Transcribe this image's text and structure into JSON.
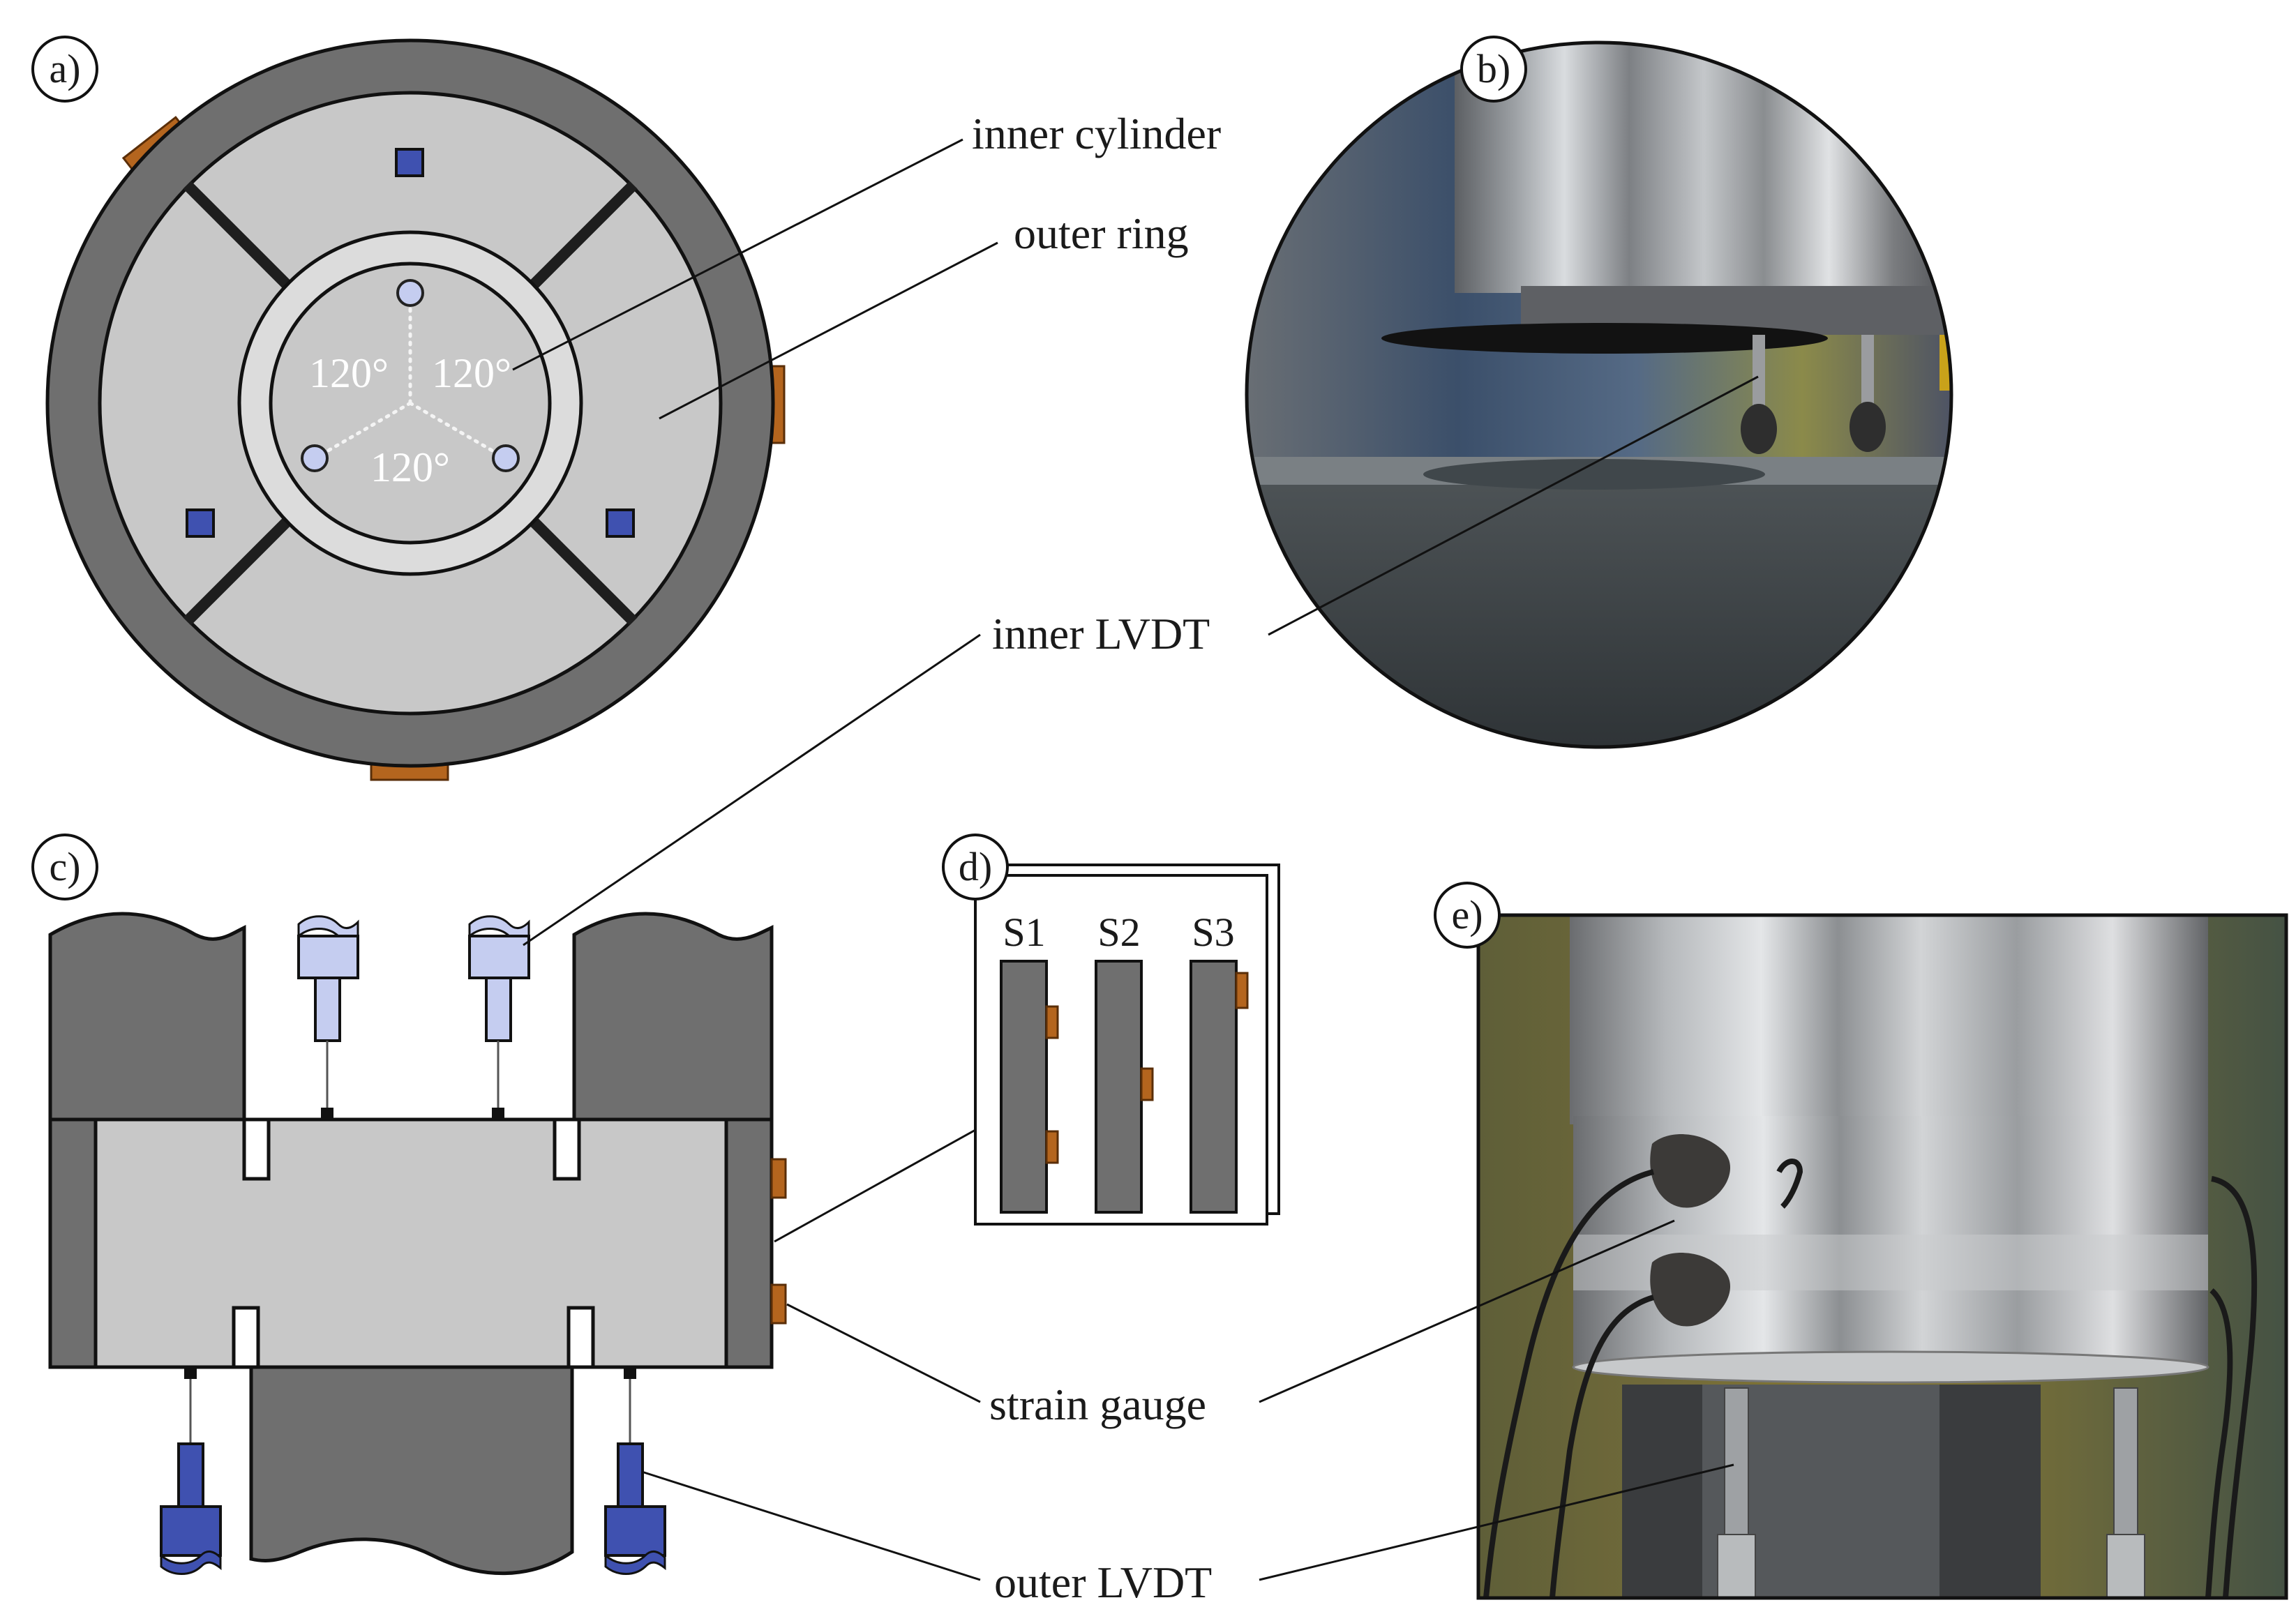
{
  "panels": {
    "a": "a)",
    "b": "b)",
    "c": "c)",
    "d": "d)",
    "e": "e)"
  },
  "labels": {
    "inner_cylinder": "inner cylinder",
    "outer_ring": "outer ring",
    "inner_lvdt": "inner LVDT",
    "strain_gauge": "strain gauge",
    "outer_lvdt": "outer LVDT"
  },
  "angles": [
    "120°",
    "120°",
    "120°"
  ],
  "strips": [
    "S1",
    "S2",
    "S3"
  ],
  "colors": {
    "dark_gray": "#6f6f6f",
    "light_gray": "#c8c8c8",
    "lighter_gray": "#dcdcdc",
    "dark_blue": "#3f51b0",
    "light_blue": "#c5cdf0",
    "gauge_orange": "#b4651e"
  }
}
